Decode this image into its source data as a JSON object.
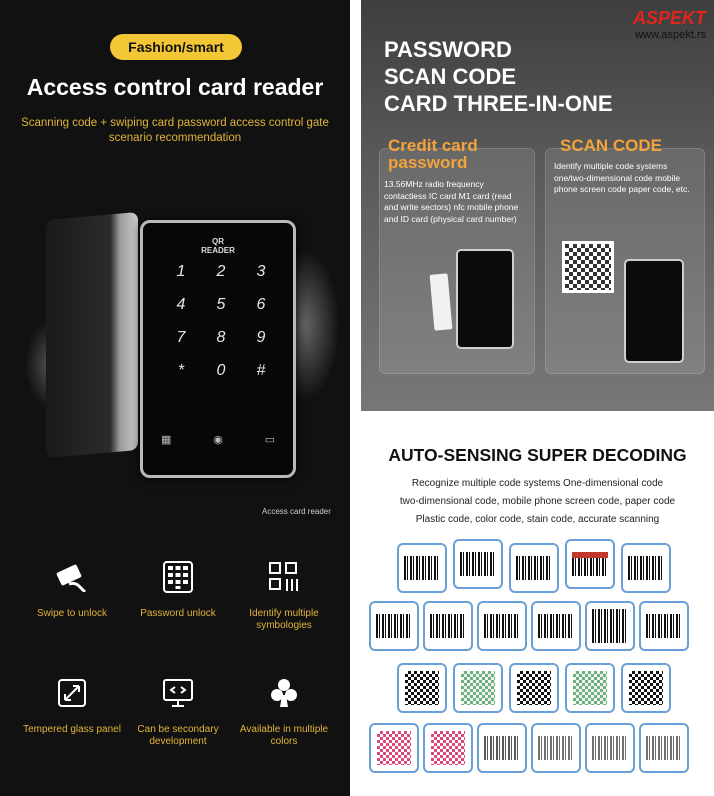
{
  "left": {
    "badge": "Fashion/smart",
    "title": "Access control card reader",
    "subtitle": "Scanning code + swiping card password access control gate scenario recommendation",
    "device": {
      "brand_top": "QR",
      "brand_bottom": "READER",
      "keys": [
        "1",
        "2",
        "3",
        "4",
        "5",
        "6",
        "7",
        "8",
        "9",
        "*",
        "0",
        "#"
      ],
      "caption": "Access card reader"
    },
    "features": [
      {
        "label": "Swipe to unlock",
        "icon": "card-swipe-icon"
      },
      {
        "label": "Password unlock",
        "icon": "keypad-icon"
      },
      {
        "label": "Identify multiple symbologies",
        "icon": "qr-scan-icon"
      },
      {
        "label": "Tempered glass panel",
        "icon": "expand-arrows-icon"
      },
      {
        "label": "Can be secondary development",
        "icon": "code-monitor-icon"
      },
      {
        "label": "Available in multiple colors",
        "icon": "club-icon"
      }
    ]
  },
  "top_right": {
    "heading_lines": [
      "PASSWORD",
      "SCAN CODE",
      "CARD THREE-IN-ONE"
    ],
    "logo": "ASPEKT",
    "url": "www.aspekt.rs",
    "box_a": {
      "title_lines": [
        "Credit card",
        "password"
      ],
      "body": "13.56MHz radio frequency contactless IC card M1 card (read and write sectors) nfc mobile phone and ID card (physical card number)"
    },
    "box_b": {
      "title": "SCAN CODE",
      "body": "Identify multiple code systems one/two-dimensional code mobile phone screen code paper code, etc."
    }
  },
  "bottom_right": {
    "title": "AUTO-SENSING SUPER DECODING",
    "desc_lines": [
      "Recognize multiple code systems One-dimensional code",
      "two-dimensional code, mobile phone screen code, paper code",
      "Plastic code, color code, stain code, accurate scanning"
    ]
  },
  "colors": {
    "accent_gold": "#e0b43a",
    "badge_yellow": "#f2c634",
    "orange_title": "#f2a33a",
    "logo_red": "#e1251b",
    "hex_border": "#6aa0d8"
  }
}
